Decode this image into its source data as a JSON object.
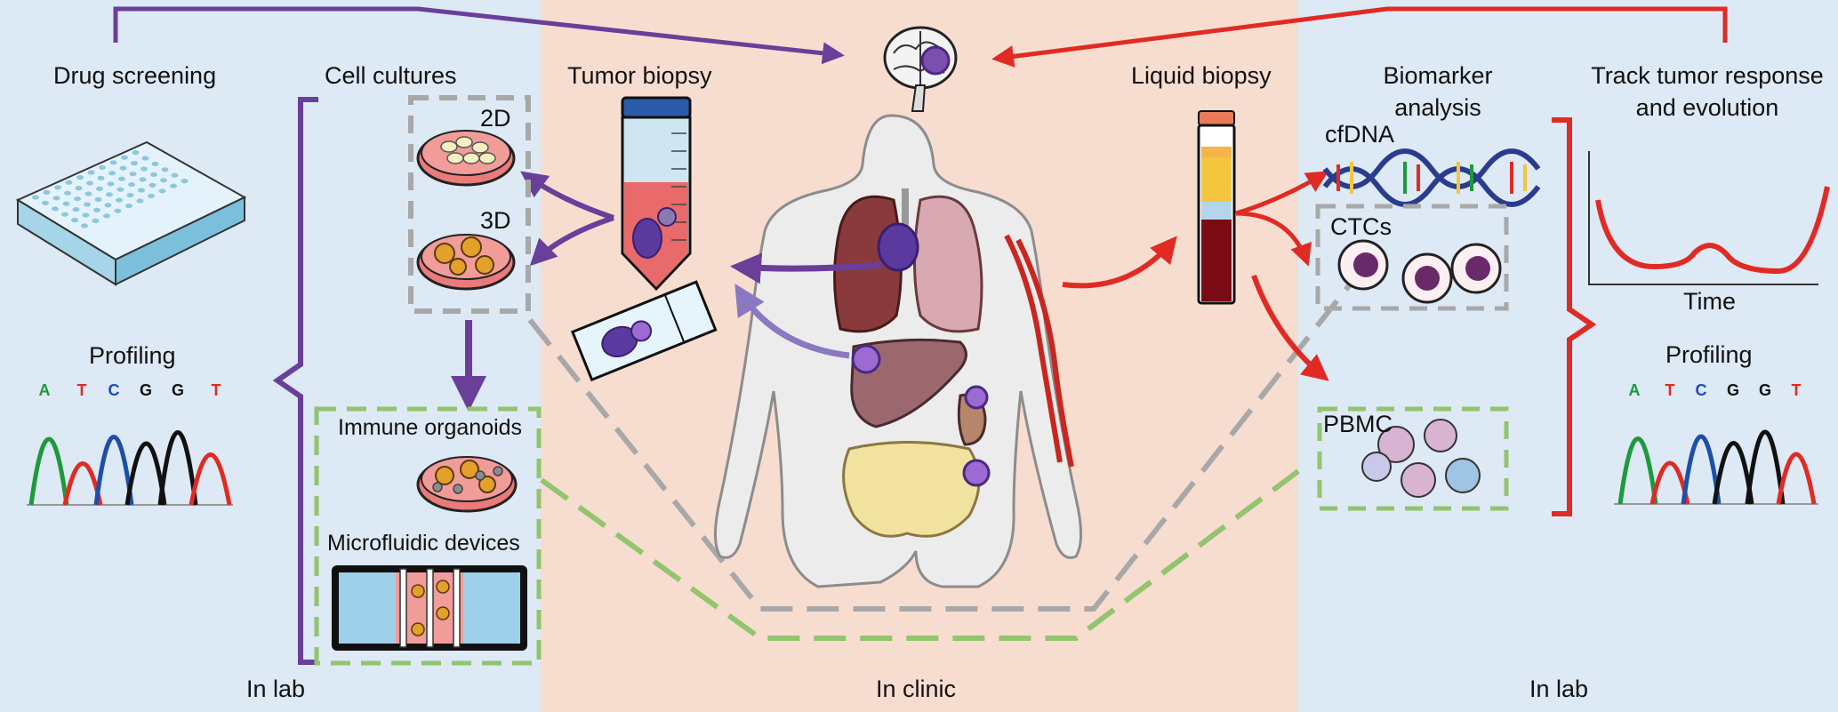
{
  "zones": {
    "left_lab": "In lab",
    "clinic": "In clinic",
    "right_lab": "In lab"
  },
  "left_panel": {
    "drug_screening": "Drug screening",
    "profiling": "Profiling",
    "sequence": [
      "A",
      "T",
      "C",
      "G",
      "G",
      "T"
    ]
  },
  "cell_cultures": {
    "title": "Cell cultures",
    "label_2d": "2D",
    "label_3d": "3D",
    "immune_organoids": "Immune organoids",
    "microfluidic_devices": "Microfluidic devices"
  },
  "clinic": {
    "tumor_biopsy": "Tumor biopsy",
    "liquid_biopsy": "Liquid biopsy"
  },
  "right_panel": {
    "biomarker_line1": "Biomarker",
    "biomarker_line2": "analysis",
    "cfdna": "cfDNA",
    "ctcs": "CTCs",
    "pbmc": "PBMC",
    "track_line1": "Track tumor response",
    "track_line2": "and evolution",
    "time_axis": "Time",
    "profiling": "Profiling",
    "sequence": [
      "A",
      "T",
      "C",
      "G",
      "G",
      "T"
    ]
  },
  "colors": {
    "left_zone": "#dde9f4",
    "clinic_zone": "#f7ddd0",
    "purple": "#6a3f9a",
    "red": "#e02b25",
    "gray_dash": "#a8a8a8",
    "green_dash": "#93c46e",
    "base_A": "#1c9a3c",
    "base_T": "#e02b25",
    "base_C": "#1d4fa8",
    "base_G": "#111111"
  }
}
